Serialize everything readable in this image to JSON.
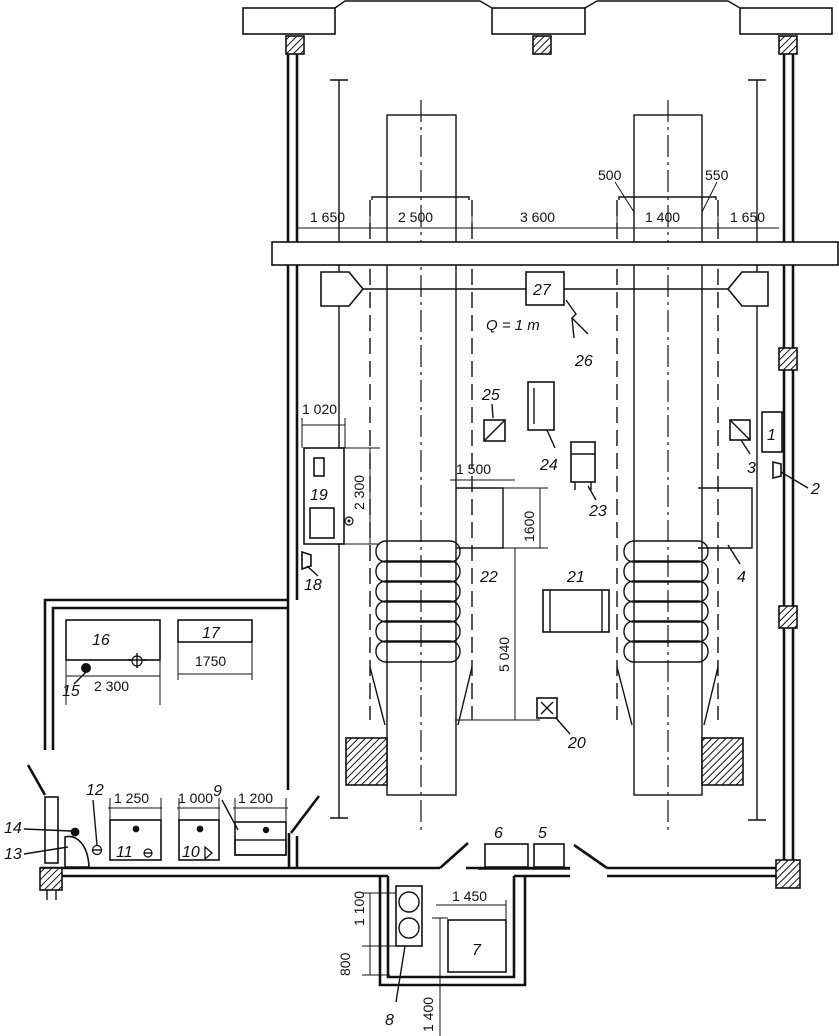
{
  "labels": {
    "n1": "1",
    "n2": "2",
    "n3": "3",
    "n4": "4",
    "n5": "5",
    "n6": "6",
    "n7": "7",
    "n8": "8",
    "n9": "9",
    "n10": "10",
    "n11": "11",
    "n12": "12",
    "n13": "13",
    "n14": "14",
    "n15": "15",
    "n16": "16",
    "n17": "17",
    "n18": "18",
    "n19": "19",
    "n20": "20",
    "n21": "21",
    "n22": "22",
    "n23": "23",
    "n24": "24",
    "n25": "25",
    "n26": "26",
    "n27": "27"
  },
  "crane_capacity": "Q = 1 т",
  "dimensions": {
    "d1650_left": "1 650",
    "d2500": "2 500",
    "d3600": "3 600",
    "d500": "500",
    "d1400_top": "1 400",
    "d550": "550",
    "d1650_right": "1 650",
    "d1020": "1 020",
    "d2300_vertical": "2 300",
    "d1500": "1 500",
    "d1600": "1600",
    "d5040": "5 040",
    "d2300_room": "2 300",
    "d1750": "1750",
    "d1250": "1 250",
    "d1000": "1 000",
    "d1200": "1 200",
    "d1450": "1 450",
    "d1100": "1 100",
    "d800": "800",
    "d1400_bottom": "1 400"
  }
}
